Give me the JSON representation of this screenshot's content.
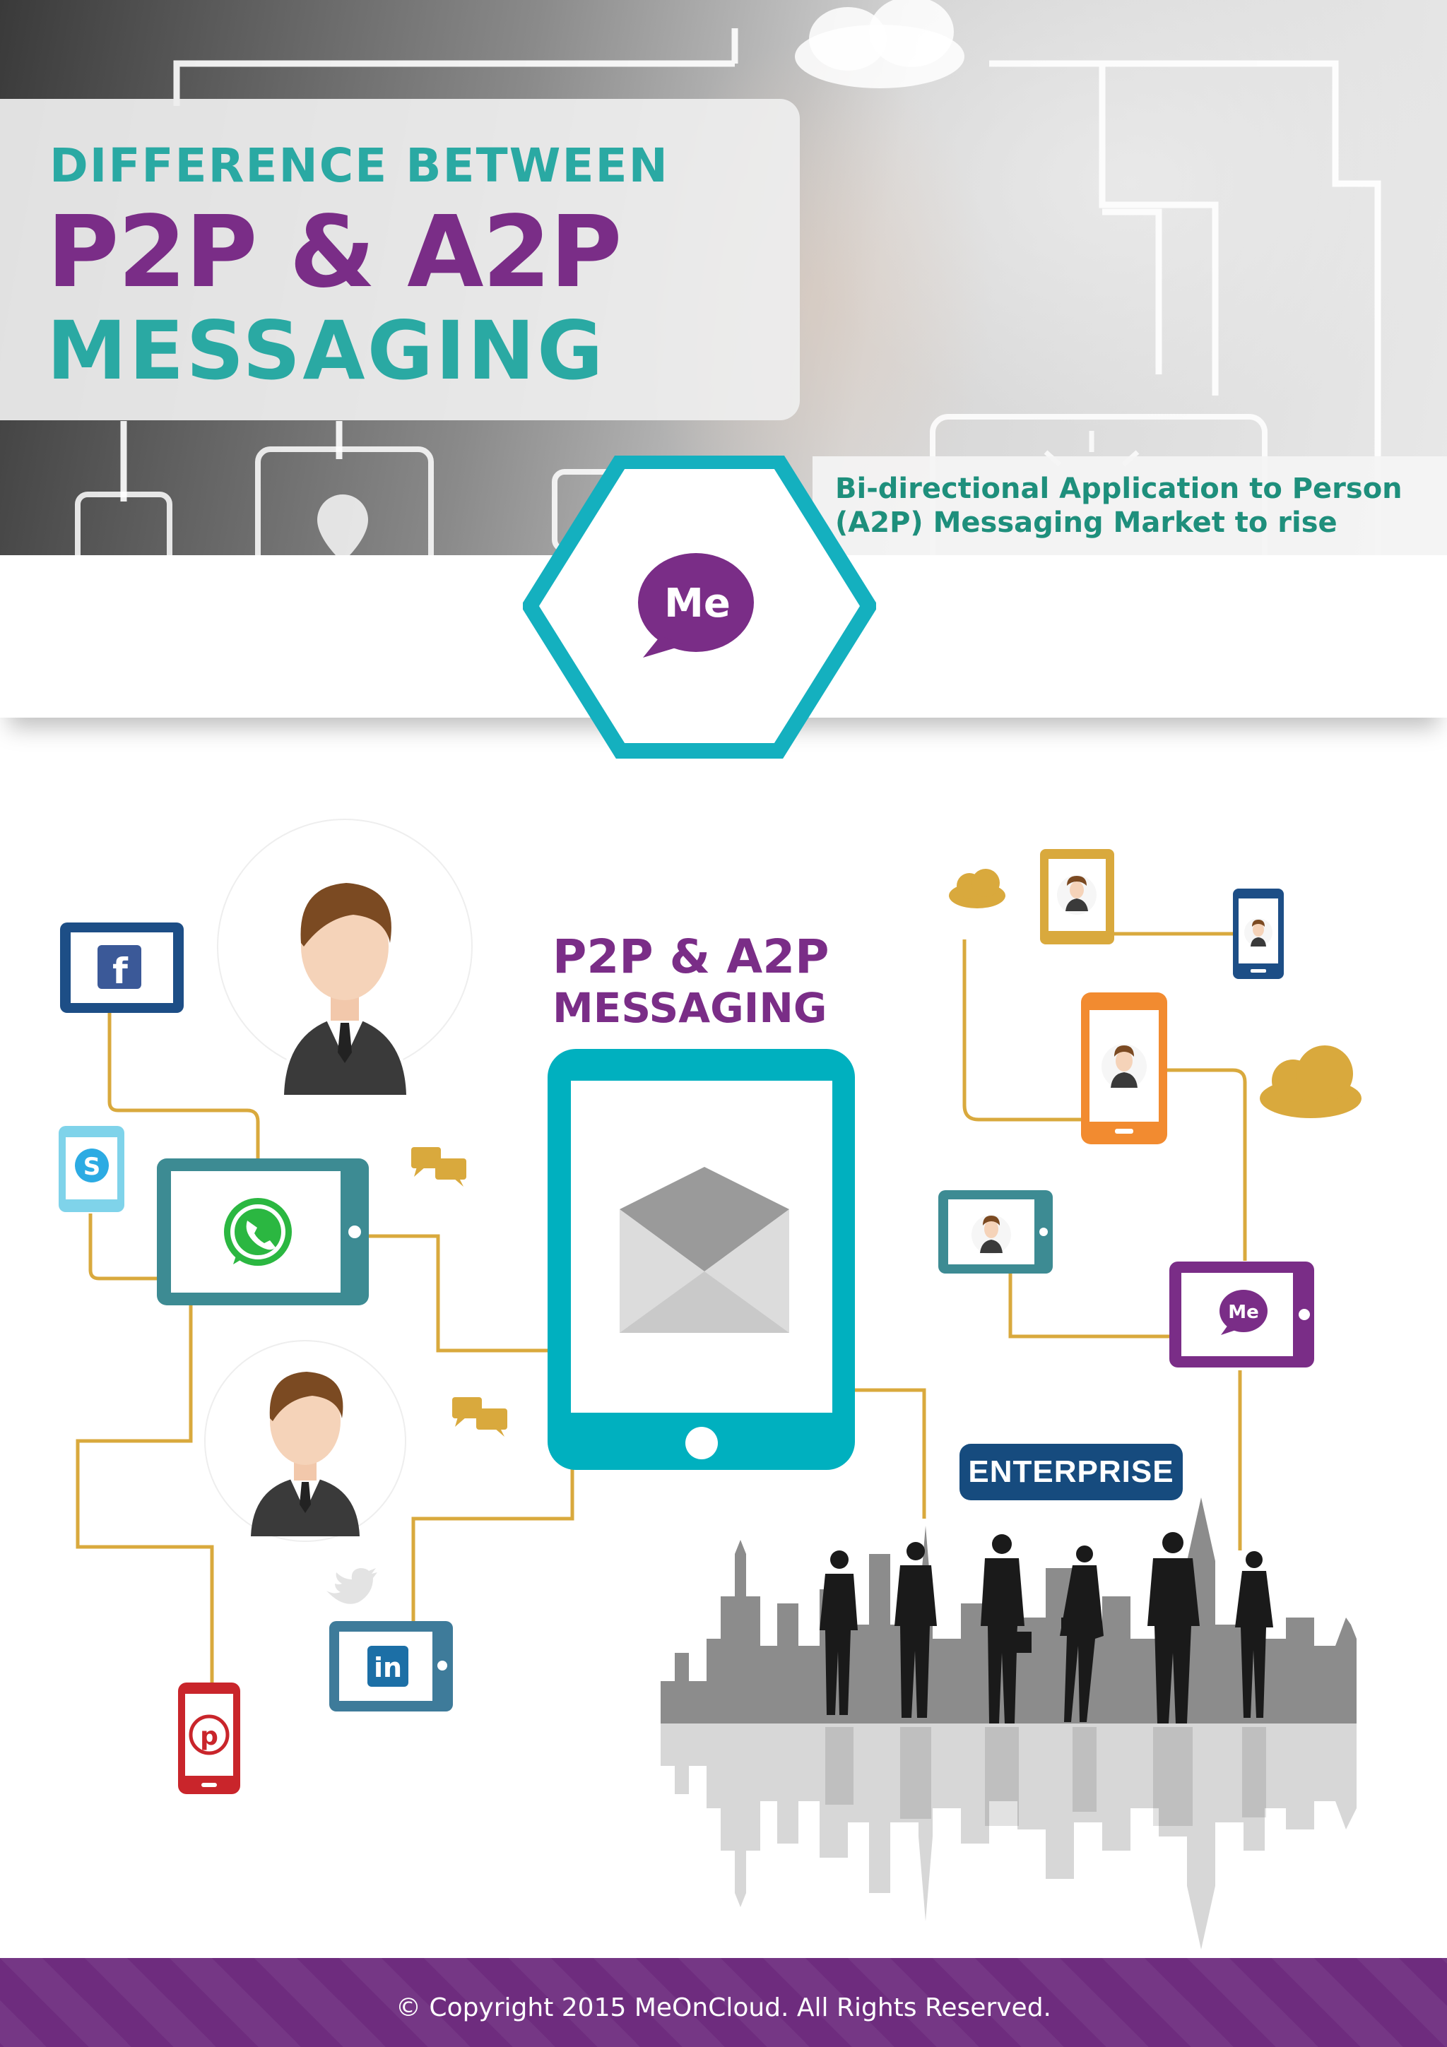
{
  "header": {
    "title_line1": "DIFFERENCE BETWEEN",
    "title_line2": "P2P & A2P",
    "title_line3": "MESSAGING",
    "subtitle_line1": "Bi-directional Application to Person",
    "subtitle_line2": "(A2P) Messaging Market to rise",
    "logo_text": "Me"
  },
  "diagram": {
    "center_title_line1": "P2P & A2P",
    "center_title_line2": "MESSAGING",
    "enterprise_label": "ENTERPRISE",
    "small_logo_text": "Me",
    "icons": [
      "facebook-icon",
      "skype-icon",
      "whatsapp-icon",
      "linkedin-icon",
      "pinterest-icon",
      "twitter-icon",
      "envelope-icon",
      "chat-bubbles-icon",
      "cloud-icon",
      "business-person-icon",
      "city-skyline",
      "business-people-silhouettes"
    ]
  },
  "colors": {
    "purple": "#7a2d87",
    "teal": "#2aa9a3",
    "device_teal": "#00b0bf",
    "connector_gold": "#d9a93d",
    "navy": "#164b7e",
    "footer_purple": "#6e2c7e"
  },
  "footer": {
    "copyright": "© Copyright 2015 MeOnCloud. All Rights Reserved."
  }
}
